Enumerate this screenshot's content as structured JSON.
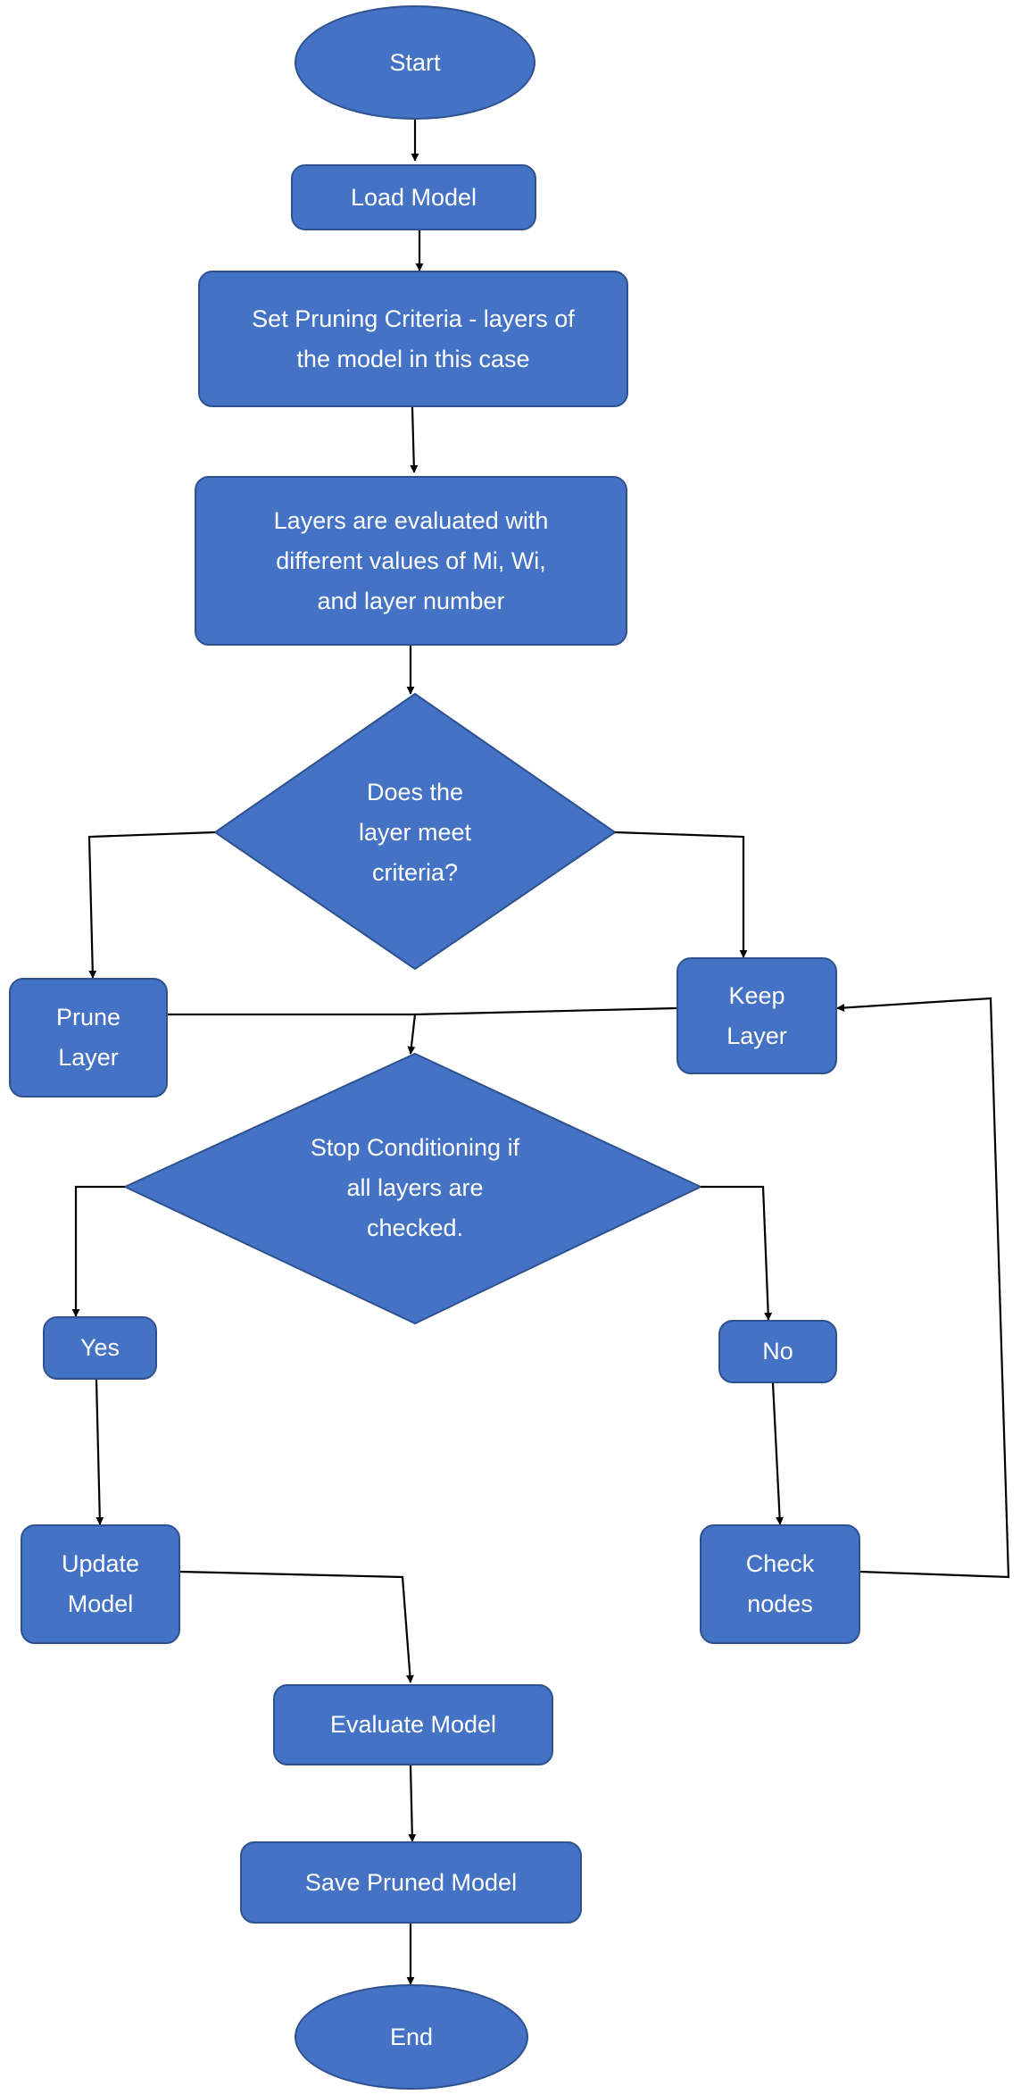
{
  "diagram": {
    "type": "flowchart",
    "colors": {
      "fill": "#4472c4",
      "border": "#2f528f",
      "text": "#ffffff",
      "connector": "#000000"
    },
    "nodes": {
      "start": "Start",
      "load_model": "Load Model",
      "set_criteria": "Set Pruning Criteria - layers of\nthe model in this case",
      "evaluate_layers": "Layers are evaluated with\ndifferent values of Mi, Wi,\nand layer number",
      "decision_criteria": "Does the\nlayer meet\ncriteria?",
      "prune_layer": "Prune\nLayer",
      "keep_layer": "Keep\nLayer",
      "decision_stop": "Stop Conditioning if\nall layers are\nchecked.",
      "yes": "Yes",
      "no": "No",
      "update_model": "Update\nModel",
      "check_nodes": "Check\nnodes",
      "evaluate_model": "Evaluate Model",
      "save_model": "Save Pruned Model",
      "end": "End"
    },
    "edges": [
      {
        "from": "start",
        "to": "load_model"
      },
      {
        "from": "load_model",
        "to": "set_criteria"
      },
      {
        "from": "set_criteria",
        "to": "evaluate_layers"
      },
      {
        "from": "evaluate_layers",
        "to": "decision_criteria"
      },
      {
        "from": "decision_criteria",
        "to": "prune_layer"
      },
      {
        "from": "decision_criteria",
        "to": "keep_layer"
      },
      {
        "from": "prune_layer",
        "to": "decision_stop"
      },
      {
        "from": "keep_layer",
        "to": "decision_stop"
      },
      {
        "from": "decision_stop",
        "to": "yes"
      },
      {
        "from": "decision_stop",
        "to": "no"
      },
      {
        "from": "yes",
        "to": "update_model"
      },
      {
        "from": "no",
        "to": "check_nodes"
      },
      {
        "from": "check_nodes",
        "to": "keep_layer"
      },
      {
        "from": "update_model",
        "to": "evaluate_model"
      },
      {
        "from": "evaluate_model",
        "to": "save_model"
      },
      {
        "from": "save_model",
        "to": "end"
      }
    ]
  }
}
